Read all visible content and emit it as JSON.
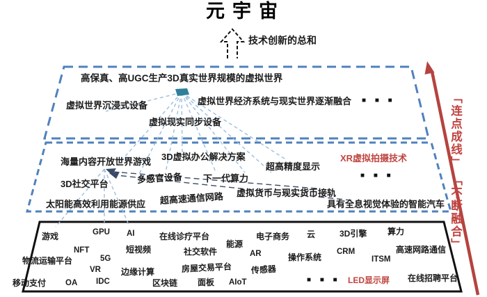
{
  "title": "元宇宙",
  "title_caption": "技术创新的总和",
  "side_annotation": {
    "col_right": "「连点成线」",
    "col_left": "「不断融合」"
  },
  "colors": {
    "layer_border_blue": "#4f81bd",
    "connector_light_blue": "#9bbfdf",
    "connector_dark_navy": "#3a4a66",
    "accent_red": "#bf4440",
    "node_teal": "#2e8099",
    "text_black": "#1b1b1b"
  },
  "layers": {
    "top": {
      "items": [
        "高保真、高UGC生产3D真实世界规模的虚拟世界",
        "虚拟世界沉浸式设备",
        "虚拟世界经济系统与现实世界逐渐融合",
        "虚拟现实同步设备",
        "■ ■ ■"
      ]
    },
    "middle": {
      "items": [
        "海量内容开放世界游戏",
        "3D虚拟办公解决方案",
        "超高精度显示",
        "XR虚拟拍摄技术",
        "3D社交平台",
        "多感官设备",
        "下一代算力",
        "■ ■ ■",
        "太阳能高效利用能源供应",
        "超高速通信网路",
        "虚拟货币与现实货币接轨",
        "具有全息视觉体验的智能汽车"
      ]
    },
    "bottom": {
      "items": [
        "游戏",
        "GPU",
        "AI",
        "在线诊疗平台",
        "能源",
        "电子商务",
        "云",
        "3D引擎",
        "算力",
        "NFT",
        "短视频",
        "社交软件",
        "AR",
        "操作系统",
        "CRM",
        "高速网路通信",
        "物流运输平台",
        "5G",
        "VR",
        "边缘计算",
        "房屋交易平台",
        "传感器",
        "ITSM",
        "移动支付",
        "OA",
        "IDC",
        "区块链",
        "面板",
        "AIoT",
        "■ ■ ■",
        "LED显示屏",
        "在线招聘平台"
      ]
    }
  }
}
